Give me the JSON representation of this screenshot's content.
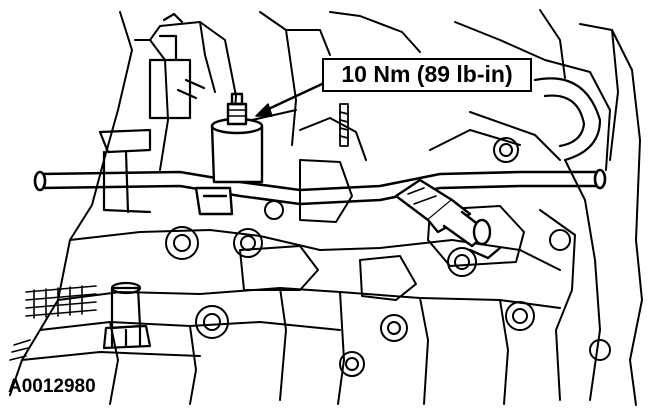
{
  "callout": {
    "torque_label": "10 Nm (89 lb-in)"
  },
  "figure": {
    "id": "A0012980"
  },
  "style": {
    "ink": "#000000",
    "paper": "#ffffff"
  },
  "icons": [
    "transmission-valve-body",
    "fluid-tube",
    "solenoid",
    "electrical-connector",
    "retaining-bolt",
    "leader-arrow"
  ]
}
